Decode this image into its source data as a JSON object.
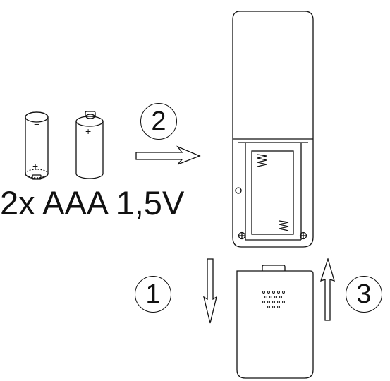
{
  "caption": "2x AAA 1,5V",
  "steps": {
    "open": "1",
    "insert": "2",
    "close": "3"
  },
  "battery_marks": {
    "minus": "−",
    "plus": "+"
  },
  "colors": {
    "line": "#111111",
    "background": "#ffffff"
  },
  "icons": [
    "battery-icon",
    "remote-control-icon",
    "battery-cover-icon",
    "arrow-right-icon",
    "arrow-down-icon",
    "arrow-up-icon",
    "spring-contact-icon",
    "screw-icon"
  ]
}
